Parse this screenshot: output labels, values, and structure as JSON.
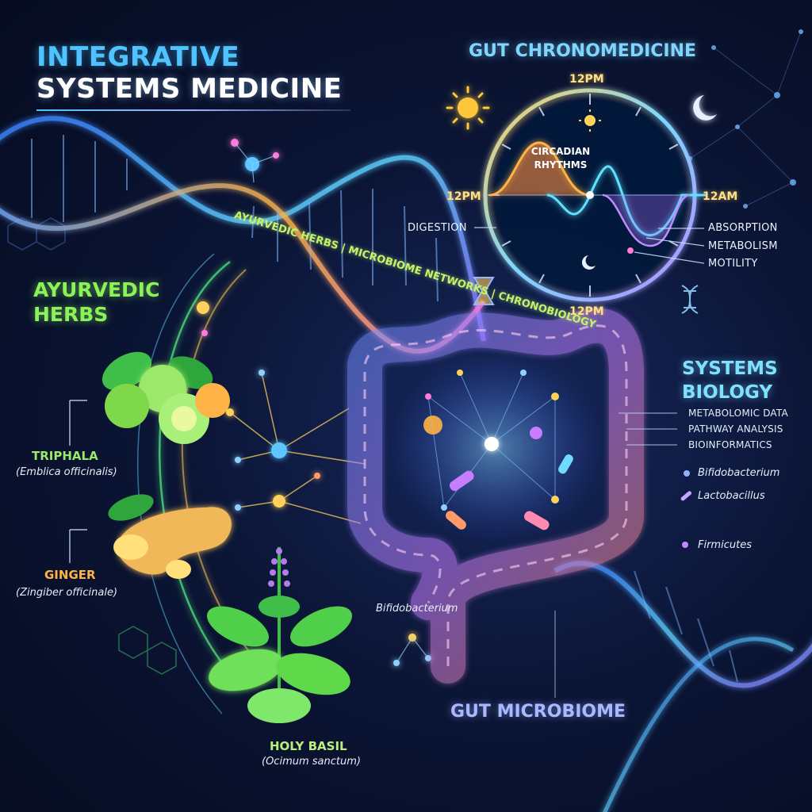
{
  "title": {
    "line1": "INTEGRATIVE",
    "line2": "SYSTEMS MEDICINE"
  },
  "chrono": {
    "heading": "GUT CHRONOMEDICINE",
    "clock_top": "12PM",
    "clock_left": "12PM",
    "clock_right": "12AM",
    "clock_bottom": "12PM",
    "center_label": "CIRCADIAN RHYTHMS",
    "left_label": "DIGESTION",
    "right_labels": [
      "ABSORPTION",
      "METABOLISM",
      "MOTILITY"
    ],
    "icons": [
      "sun-icon",
      "moon-icon",
      "hourglass-icon",
      "dna-icon"
    ]
  },
  "band_text": "AYURVEDIC HERBS | MICROBIOME NETWORKS | CHRONOBIOLOGY",
  "ayurvedic": {
    "heading_line1": "AYURVEDIC",
    "heading_line2": "HERBS",
    "herbs": [
      {
        "name": "TRIPHALA",
        "latin": "(Emblica officinalis)",
        "color": "#9be86a"
      },
      {
        "name": "GINGER",
        "latin": "(Zingiber officinale)",
        "color": "#ffb347"
      },
      {
        "name": "HOLY BASIL",
        "latin": "(Ocimum sanctum)",
        "color": "#b8f07a"
      }
    ]
  },
  "systems_biology": {
    "heading_line1": "SYSTEMS",
    "heading_line2": "BIOLOGY",
    "items": [
      "METABOLOMIC DATA",
      "PATHWAY ANALYSIS",
      "BIOINFORMATICS"
    ]
  },
  "bacteria": [
    "Bifidobacterium",
    "Lactobacillus",
    "Firmicutes"
  ],
  "gut": {
    "label": "GUT MICROBIOME",
    "bacterium_label": "Bifidobacterium"
  },
  "colors": {
    "accent_blue": "#4fc3ff",
    "accent_green": "#8cf25a",
    "accent_orange": "#ffb347",
    "accent_violet": "#a9b8ff"
  }
}
